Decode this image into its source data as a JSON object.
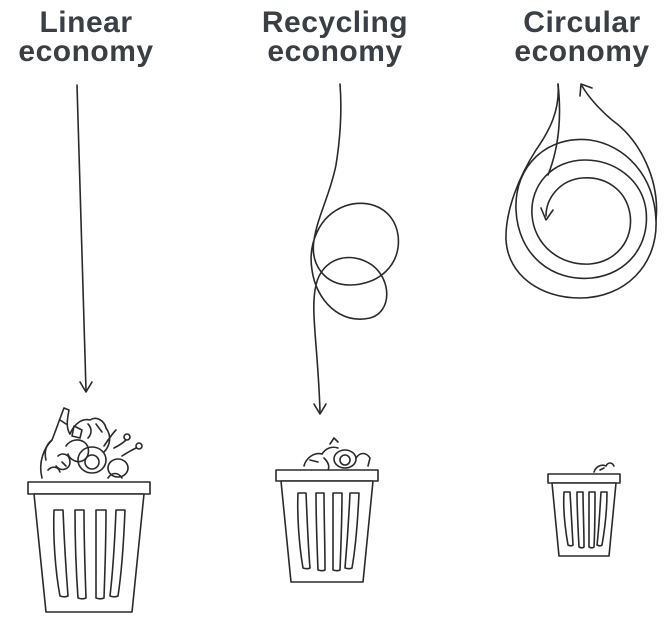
{
  "columns": [
    {
      "id": "linear",
      "title_line1": "Linear",
      "title_line2": "economy",
      "waste_level": "large"
    },
    {
      "id": "recycling",
      "title_line1": "Recycling",
      "title_line2": "economy",
      "waste_level": "medium"
    },
    {
      "id": "circular",
      "title_line1": "Circular",
      "title_line2": "economy",
      "waste_level": "small"
    }
  ],
  "colors": {
    "title_text": "#3a3f45",
    "line_art": "#2a2a2a",
    "background": "#ffffff"
  }
}
